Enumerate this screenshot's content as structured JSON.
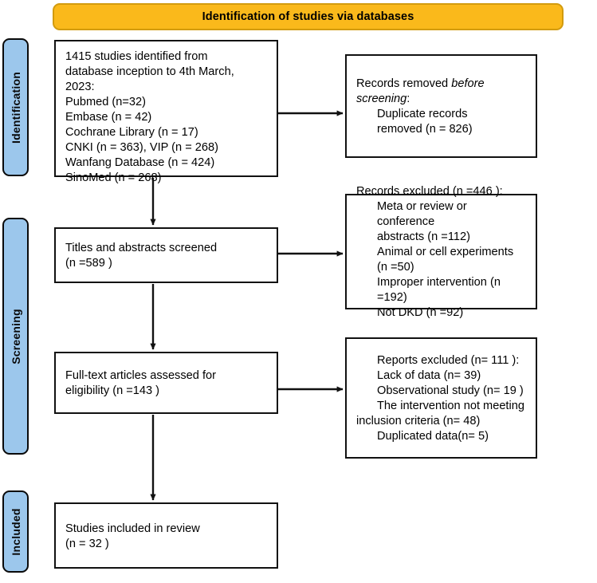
{
  "banner": {
    "title": "Identification of studies via databases"
  },
  "phases": [
    {
      "id": "identification",
      "label": "Identification"
    },
    {
      "id": "screening",
      "label": "Screening"
    },
    {
      "id": "included",
      "label": "Included"
    }
  ],
  "boxes": {
    "identified": {
      "name": "records-identified-box",
      "lines": [
        "1415 studies identified from",
        "database inception to 4th March,",
        "2023:",
        "Pubmed (n=32)",
        "Embase (n = 42)",
        "Cochrane Library (n = 17)",
        "CNKI (n = 363), VIP (n = 268)",
        "Wanfang Database (n = 424)",
        "SinoMed (n = 268)"
      ]
    },
    "removed": {
      "name": "records-removed-box",
      "line1_pre": "Records removed ",
      "line1_em": "before",
      "line2_em": "screening",
      "line2_post": ":",
      "indented": [
        "Duplicate records",
        "removed (n = 826)"
      ]
    },
    "screened": {
      "name": "titles-abstracts-screened-box",
      "lines": [
        "Titles and abstracts screened",
        "(n =589 )"
      ]
    },
    "records_excluded": {
      "name": "records-excluded-box",
      "header": "Records excluded (n =446 ):",
      "items": [
        "Meta or review or conference",
        "abstracts (n =112)",
        "Animal or cell experiments (n =50)",
        "Improper intervention (n =192)",
        "Not DKD (n =92)"
      ]
    },
    "fulltext": {
      "name": "fulltext-assessed-box",
      "lines": [
        "Full-text articles assessed for",
        "eligibility (n =143 )"
      ]
    },
    "reports_excluded": {
      "name": "reports-excluded-box",
      "header": "Reports excluded (n= 111 ):",
      "items": [
        "Lack of data (n= 39)",
        "Observational study (n= 19 )",
        "The intervention not meeting",
        "inclusion criteria (n= 48)",
        "Duplicated data(n= 5)"
      ]
    },
    "included": {
      "name": "studies-included-box",
      "lines": [
        "Studies included in review",
        "(n = 32 )"
      ]
    }
  },
  "connectors": [
    {
      "name": "arrow-identified-to-removed",
      "direction": "right"
    },
    {
      "name": "arrow-identified-to-screened",
      "direction": "down"
    },
    {
      "name": "arrow-screened-to-excluded",
      "direction": "right"
    },
    {
      "name": "arrow-screened-to-fulltext",
      "direction": "down"
    },
    {
      "name": "arrow-fulltext-to-repexcluded",
      "direction": "right"
    },
    {
      "name": "arrow-fulltext-to-included",
      "direction": "down"
    }
  ],
  "colors": {
    "banner_fill": "#FAB91B",
    "banner_border": "#D29B0E",
    "phase_fill": "#9CC7EC",
    "phase_border": "#0A0A0A",
    "box_border": "#111111",
    "connector": "#111111"
  }
}
